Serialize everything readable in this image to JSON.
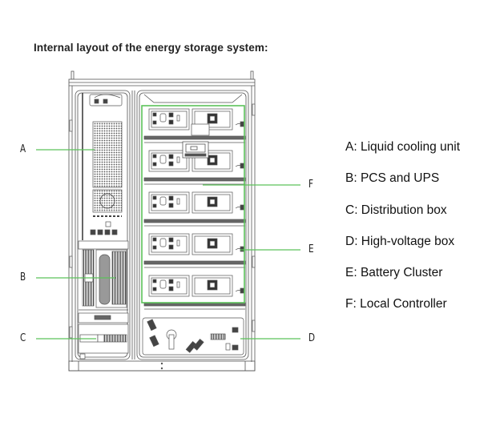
{
  "title": "Internal layout of the energy storage system:",
  "accent_color": "#5cc25a",
  "callouts": [
    {
      "letter": "A",
      "side": "left"
    },
    {
      "letter": "B",
      "side": "left"
    },
    {
      "letter": "C",
      "side": "left"
    },
    {
      "letter": "F",
      "side": "right"
    },
    {
      "letter": "E",
      "side": "right"
    },
    {
      "letter": "D",
      "side": "right"
    }
  ],
  "legend": [
    {
      "key": "A",
      "text": "A: Liquid cooling unit"
    },
    {
      "key": "B",
      "text": "B: PCS and UPS"
    },
    {
      "key": "C",
      "text": "C: Distribution box"
    },
    {
      "key": "D",
      "text": "D: High-voltage box"
    },
    {
      "key": "E",
      "text": "E: Battery Cluster"
    },
    {
      "key": "F",
      "text": "F: Local Controller"
    }
  ],
  "battery_module_count": 5
}
